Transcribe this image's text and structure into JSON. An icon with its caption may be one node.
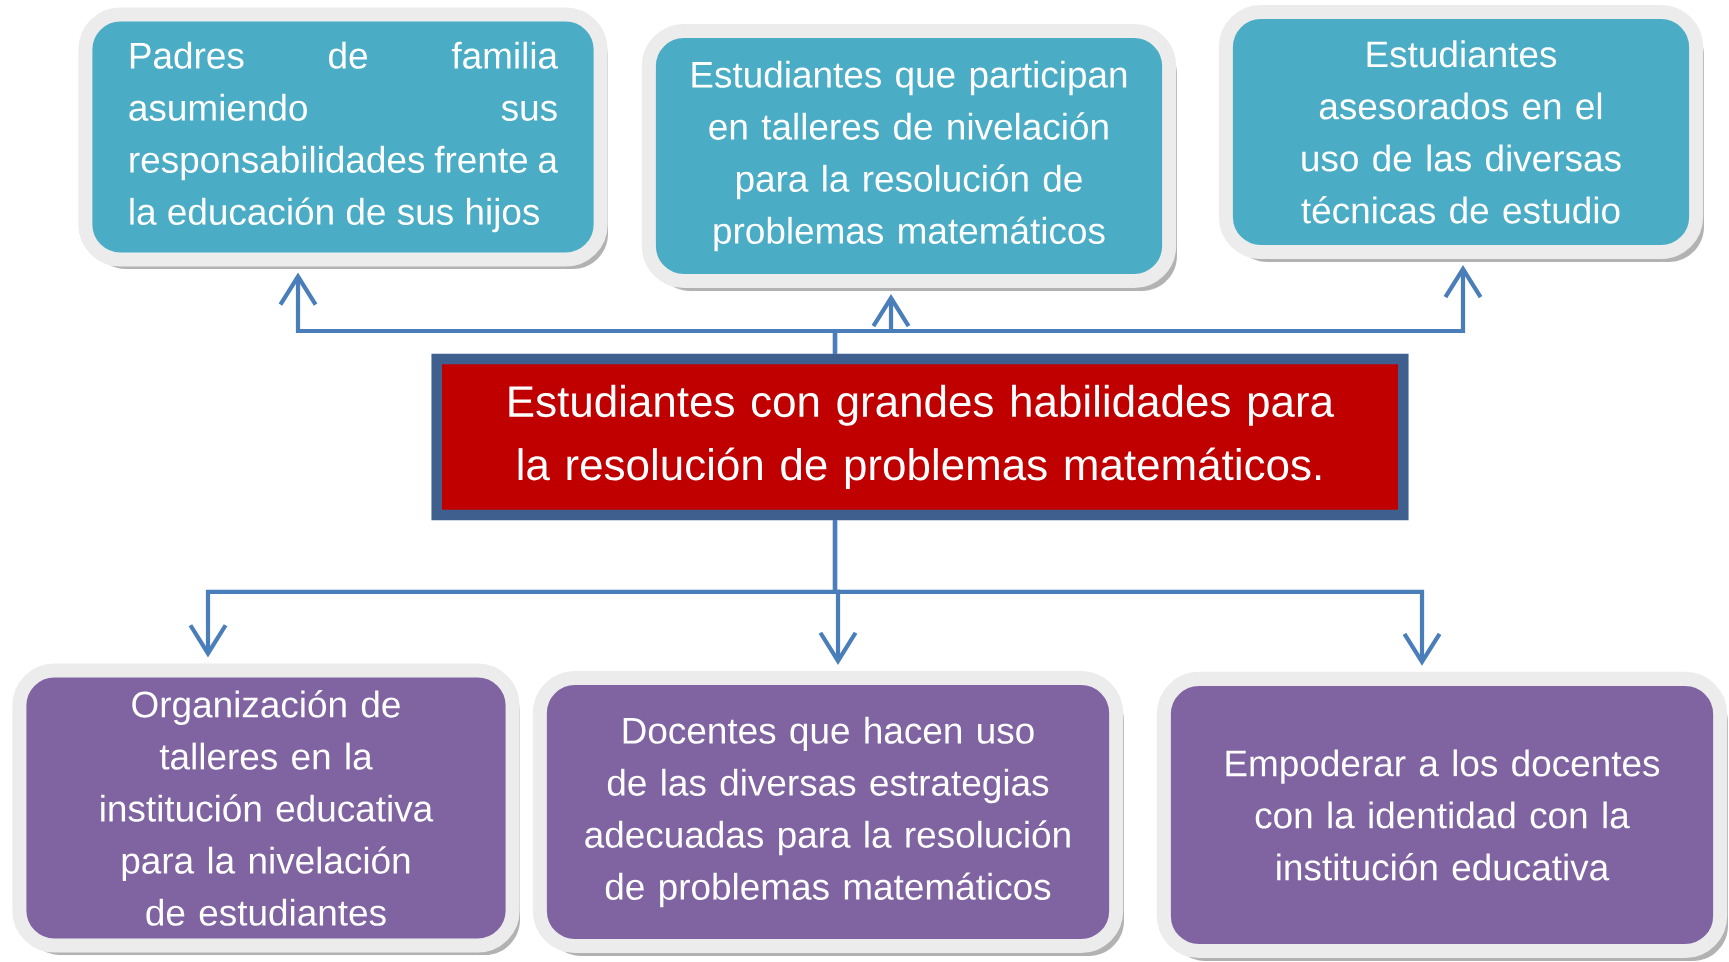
{
  "diagram": {
    "nodes": [
      {
        "text": [
          "Padres de familia asumiendo sus responsabilidades frente a la educación de sus hijos"
        ]
      },
      {
        "text": [
          "Estudiantes que participan en talleres de nivelación para la resolución de problemas matemáticos"
        ]
      },
      {
        "text": [
          "Estudiantes asesorados en el uso de las diversas técnicas de estudio"
        ]
      },
      {
        "text": [
          "Estudiantes con grandes habilidades para la resolución de problemas matemáticos."
        ]
      },
      {
        "text": [
          "Organización de talleres en la institución educativa para la nivelación de estudiantes"
        ]
      },
      {
        "text": [
          "Docentes que hacen uso de las diversas estrategias adecuadas para la resolución de problemas matemáticos"
        ]
      },
      {
        "text": [
          "Empoderar a los docentes con la identidad con la institución educativa"
        ]
      }
    ],
    "edges": [
      {
        "from": 3,
        "to": 0,
        "arrow": "to"
      },
      {
        "from": 3,
        "to": 1,
        "arrow": "to"
      },
      {
        "from": 3,
        "to": 2,
        "arrow": "to"
      },
      {
        "from": 3,
        "to": 4,
        "arrow": "to"
      },
      {
        "from": 3,
        "to": 5,
        "arrow": "to"
      },
      {
        "from": 3,
        "to": 6,
        "arrow": "to"
      }
    ]
  }
}
